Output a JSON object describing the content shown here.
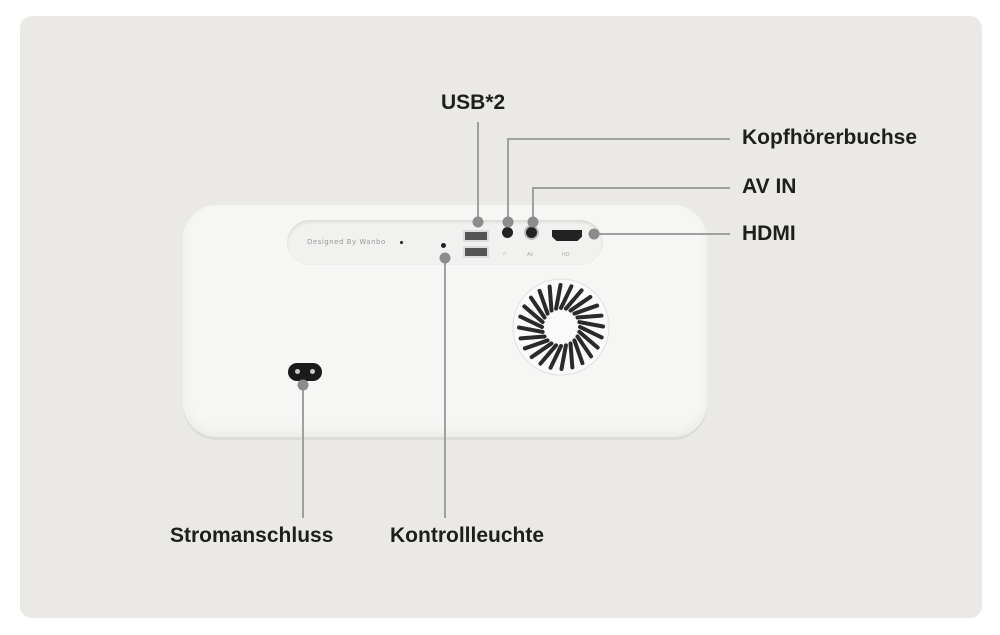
{
  "product": {
    "brand_text": "Designed By Wanbo",
    "port_marks": {
      "headphone": "∩",
      "av": "AV",
      "hdmi": "HD"
    }
  },
  "callouts": {
    "usb": "USB*2",
    "headphone": "Kopfhörerbuchse",
    "av_in": "AV IN",
    "hdmi": "HDMI",
    "power": "Stromanschluss",
    "indicator": "Kontrollleuchte"
  }
}
